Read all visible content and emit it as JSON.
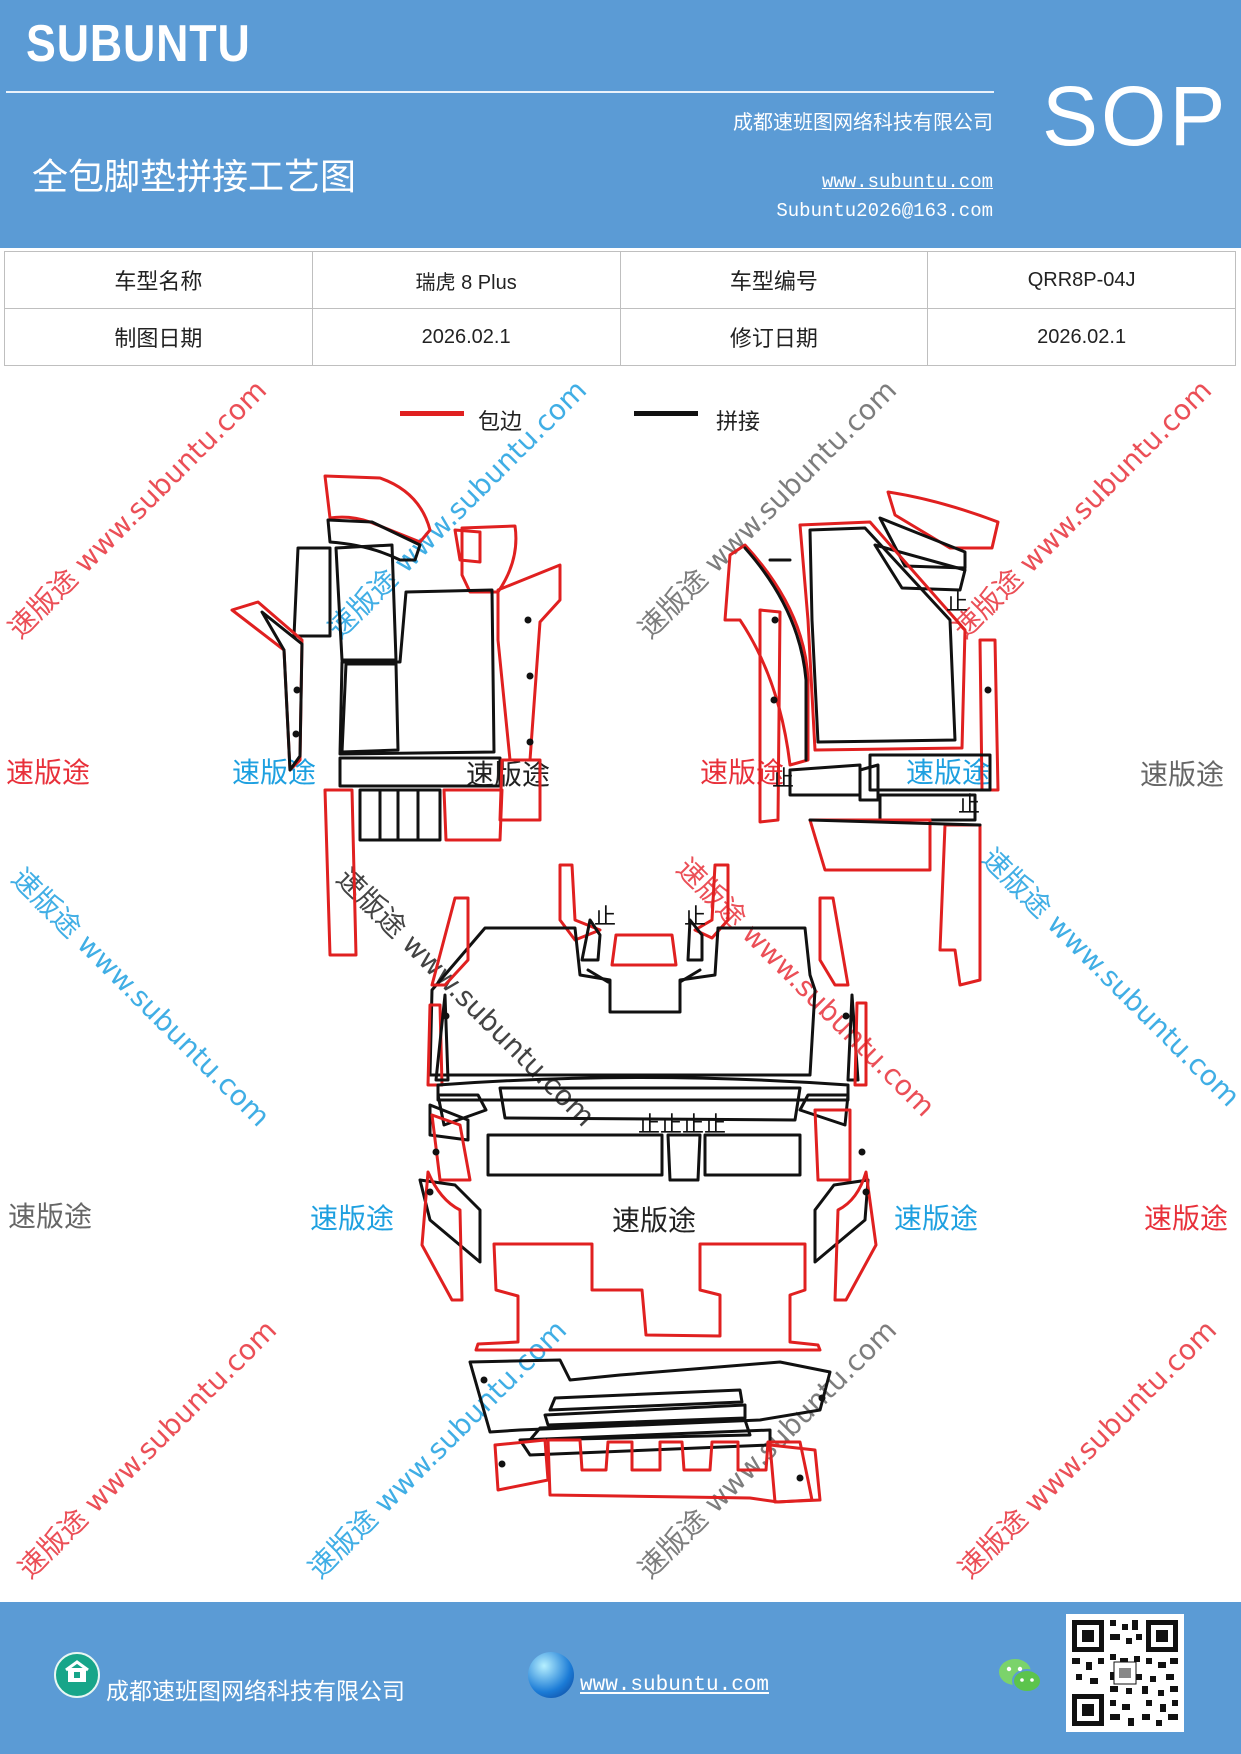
{
  "header": {
    "brand": "SUBUNTU",
    "company": "成都速班图网络科技有限公司",
    "title": "全包脚垫拼接工艺图",
    "website": "www.subuntu.com",
    "email": "Subuntu2026@163.com",
    "badge": "SOP",
    "bg_color": "#5b9bd5"
  },
  "info_table": {
    "rows": [
      {
        "label1": "车型名称",
        "value1": "瑞虎 8 Plus",
        "label2": "车型编号",
        "value2": "QRR8P-04J"
      },
      {
        "label1": "制图日期",
        "value1": "2026.02.1",
        "label2": "修订日期",
        "value2": "2026.02.1"
      }
    ]
  },
  "legend": {
    "items": [
      {
        "label": "包边",
        "color": "#e02020"
      },
      {
        "label": "拼接",
        "color": "#111111"
      }
    ]
  },
  "diagram": {
    "stop_mark": "止",
    "stop_group": "止止止止"
  },
  "watermarks": {
    "brand": "速版途",
    "diag": "速版途 www.subuntu.com",
    "diag_url": "www.subuntu.com",
    "colors": {
      "red": "#e8303a",
      "blue": "#1ea0e0",
      "gray": "#666666",
      "black": "#222222"
    }
  },
  "footer": {
    "company": "成都速班图网络科技有限公司",
    "website": "www.subuntu.com",
    "icons": [
      "home-badge-icon",
      "globe-icon",
      "wechat-icon",
      "qr-code"
    ]
  }
}
